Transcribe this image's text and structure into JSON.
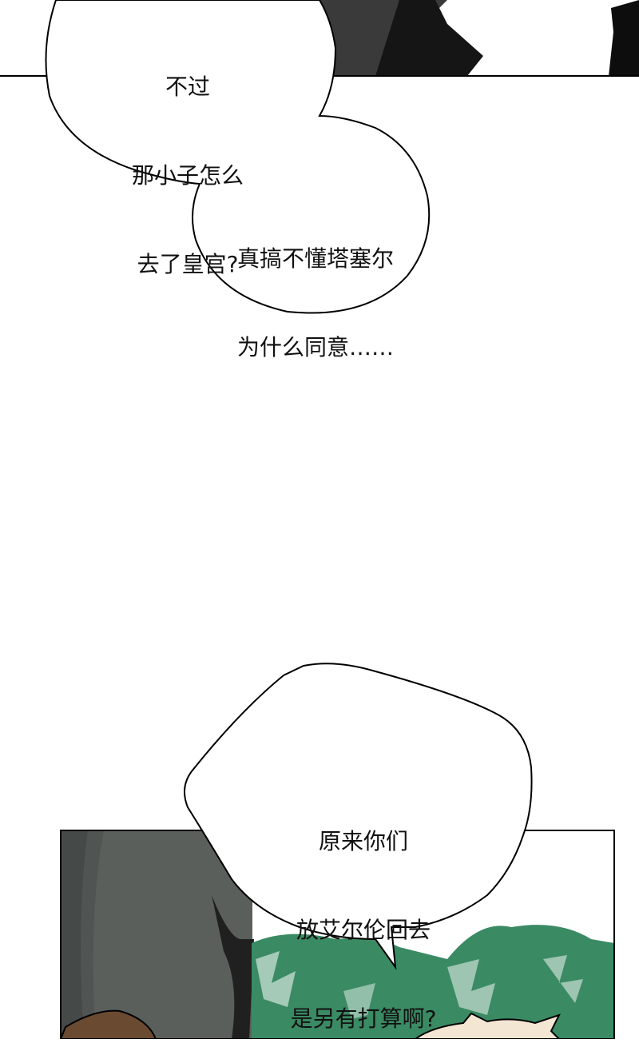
{
  "page": {
    "type": "webtoon-strip",
    "background_color": "#ffffff"
  },
  "panels": [
    {
      "id": "top-panel",
      "description": "dark scene cut off at top, borderline at y=95",
      "colors": {
        "dark": "#3a3a3a",
        "darker": "#151515",
        "frame": "#000000"
      }
    },
    {
      "id": "bottom-panel",
      "description": "scene with gray wall, green foliage, two characters' hair",
      "colors": {
        "wall": "#5a5f5c",
        "wall_dark": "#3f4240",
        "foliage": "#3a8a63",
        "hair_brown": "#6b4a32",
        "hair_light": "#f3e6d3",
        "frame": "#000000"
      }
    }
  ],
  "bubbles": [
    {
      "id": "bubble-1",
      "lines": [
        "不过",
        "那小子怎么",
        "去了皇宫?"
      ]
    },
    {
      "id": "bubble-2",
      "lines": [
        "真搞不懂塔塞尔",
        "为什么同意……"
      ]
    },
    {
      "id": "bubble-3",
      "lines": [
        "原来你们",
        "放艾尔伦回去",
        "是另有打算啊?"
      ]
    }
  ]
}
